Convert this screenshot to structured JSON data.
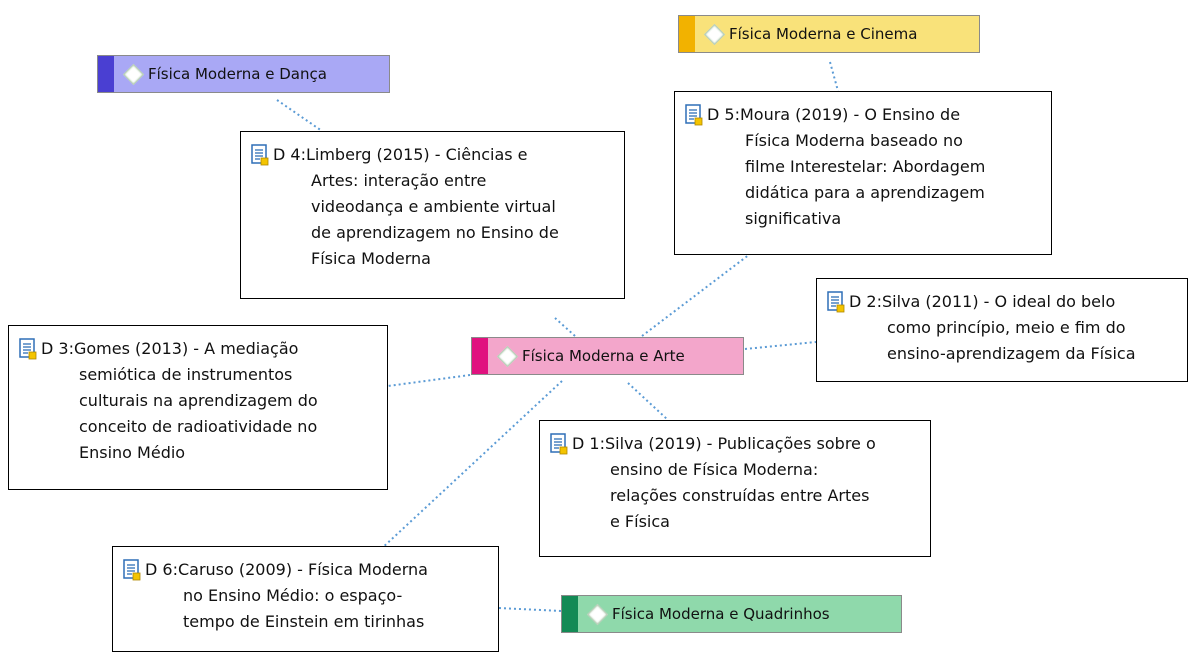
{
  "codes": [
    {
      "id": "arte",
      "label": "Física Moderna e Arte",
      "bar_color": "#e0127f",
      "fill_color": "#f3a6cb"
    },
    {
      "id": "danca",
      "label": "Física Moderna e Dança",
      "bar_color": "#4a3fd2",
      "fill_color": "#a9a8f5"
    },
    {
      "id": "cinema",
      "label": "Física Moderna e Cinema",
      "bar_color": "#f2b200",
      "fill_color": "#f9e27a"
    },
    {
      "id": "quadrinhos",
      "label": "Física Moderna e Quadrinhos",
      "bar_color": "#138a55",
      "fill_color": "#8fd9ab"
    }
  ],
  "documents": [
    {
      "id": "d1",
      "lines": [
        "D 1:Silva (2019) - Publicações sobre o",
        "ensino de Física Moderna:",
        "relações construídas entre Artes",
        "e Física"
      ]
    },
    {
      "id": "d2",
      "lines": [
        "D 2:Silva (2011) - O ideal do belo",
        "como princípio, meio e fim do",
        "ensino-aprendizagem da Física"
      ]
    },
    {
      "id": "d3",
      "lines": [
        "D 3:Gomes (2013) - A mediação",
        "semiótica de instrumentos",
        "culturais na aprendizagem do",
        "conceito de radioatividade no",
        "Ensino Médio"
      ]
    },
    {
      "id": "d4",
      "lines": [
        "D 4:Limberg (2015) - Ciências e",
        "Artes: interação entre",
        "videodança e ambiente virtual",
        "de aprendizagem no Ensino de",
        "Física Moderna"
      ]
    },
    {
      "id": "d5",
      "lines": [
        "D 5:Moura (2019) - O Ensino de",
        "Física Moderna baseado no",
        "filme Interestelar: Abordagem",
        "didática para a aprendizagem",
        "significativa"
      ]
    },
    {
      "id": "d6",
      "lines": [
        "D 6:Caruso (2009) - Física Moderna",
        "no Ensino Médio: o espaço-",
        "tempo de Einstein em tirinhas"
      ]
    }
  ],
  "link_color": "#5b9bd5",
  "icons": {
    "code": "diamond-icon",
    "document": "document-icon"
  }
}
